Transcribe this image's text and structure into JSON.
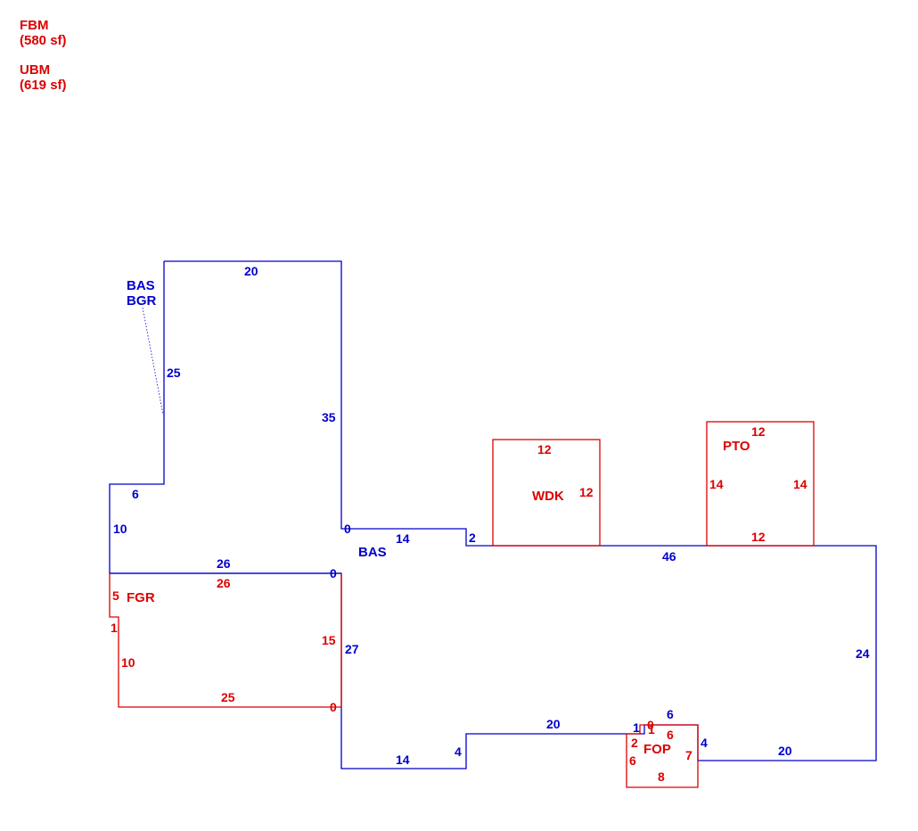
{
  "colors": {
    "blue": "#0000cc",
    "red": "#dd0000"
  },
  "legend": [
    {
      "code": "FBM",
      "area": "(580 sf)"
    },
    {
      "code": "UBM",
      "area": "(619 sf)"
    }
  ],
  "areas": {
    "bas_upper": "BAS",
    "bgr": "BGR",
    "bas_main": "BAS",
    "fgr": "FGR",
    "wdk": "WDK",
    "pto": "PTO",
    "fop": "FOP"
  },
  "dimensions": {
    "blue": {
      "top_20": "20",
      "left_25": "25",
      "right_35": "35",
      "step_6": "6",
      "left_10": "10",
      "mid_26": "26",
      "zero_upper": "0",
      "zero_mid": "0",
      "bas_14_top": "14",
      "step_2": "2",
      "main_46": "46",
      "right_24": "24",
      "left_27": "27",
      "bottom_14": "14",
      "step_4": "4",
      "bottom_20_left": "20",
      "fop_1": "1",
      "fop_6_top": "6",
      "fop_4": "4",
      "bottom_20_right": "20"
    },
    "red": {
      "fgr_26": "26",
      "fgr_5": "5",
      "fgr_1": "1",
      "fgr_10": "10",
      "fgr_15": "15",
      "fgr_25": "25",
      "fgr_0": "0",
      "wdk_12_top": "12",
      "wdk_12_right": "12",
      "pto_12_top": "12",
      "pto_14_left": "14",
      "pto_14_right": "14",
      "pto_12_bottom": "12",
      "fop_0": "0",
      "fop_1": "1",
      "fop_6_inner": "6",
      "fop_2": "2",
      "fop_6_left": "6",
      "fop_7": "7",
      "fop_8": "8"
    }
  }
}
